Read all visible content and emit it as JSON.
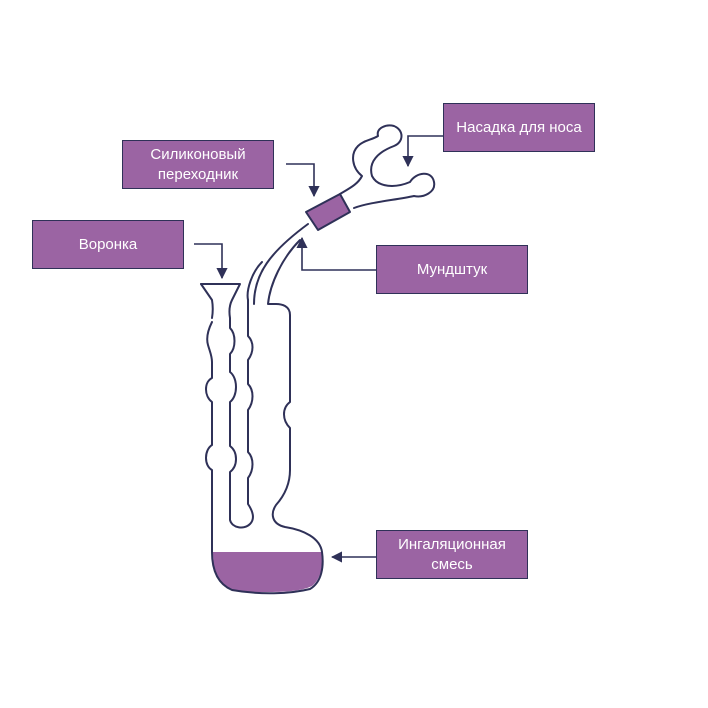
{
  "colors": {
    "accent": "#9b64a3",
    "outline": "#2f3158",
    "liquid": "#9b64a3",
    "background": "#ffffff"
  },
  "labels": {
    "nose_attachment": "Насадка для носа",
    "silicone_adapter": "Силиконовый\nпереходник",
    "funnel": "Воронка",
    "mouthpiece": "Мундштук",
    "inhalation_mix": "Ингаляционная\nсмесь"
  }
}
